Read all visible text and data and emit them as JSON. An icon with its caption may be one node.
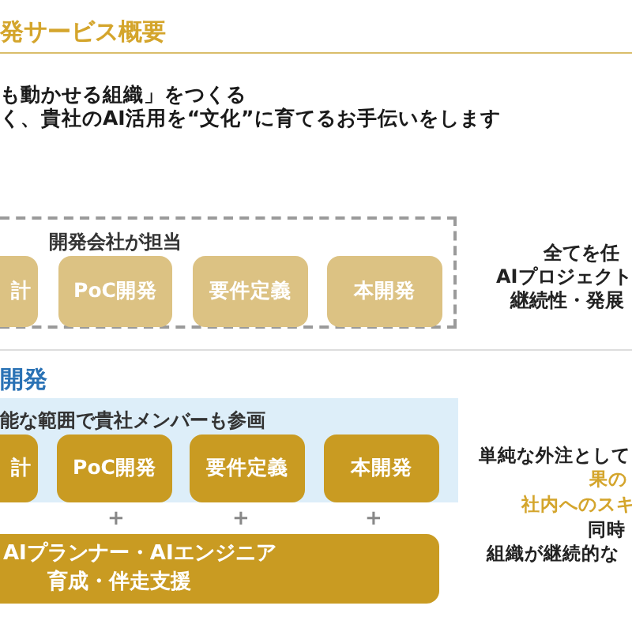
{
  "diagram": {
    "title": "発サービス概要",
    "nodes": [
      {
        "text": [
          "開発会社が担当"
        ]
      },
      {
        "text": [
          "計"
        ],
        "in": 0
      },
      {
        "text": [
          "PoC開発"
        ],
        "in": 0
      },
      {
        "text": [
          "要件定義"
        ],
        "in": 0
      },
      {
        "text": [
          "本開発"
        ],
        "in": 0
      },
      {
        "text": [
          "能な範囲で貴社メンバーも参画"
        ]
      },
      {
        "text": [
          "計"
        ],
        "in": 5
      },
      {
        "text": [
          "PoC開発"
        ],
        "in": 5
      },
      {
        "text": [
          "要件定義"
        ],
        "in": 5
      },
      {
        "text": [
          "本開発"
        ],
        "in": 5
      },
      {
        "text": [
          "AIプランナー・AIエンジニア",
          "育成・伴走支援"
        ]
      }
    ],
    "labels": [
      "も動かせる組織」をつくる",
      "く、貴社のAI活用を“文化”に育てるお手伝いをします",
      "全てを任",
      "AIプロジェクト",
      "継続性・発展",
      "開発",
      "+",
      "+",
      "+",
      "単純な外注として",
      "果の",
      "社内へのスキ",
      "同時",
      "組織が継続的な"
    ]
  }
}
